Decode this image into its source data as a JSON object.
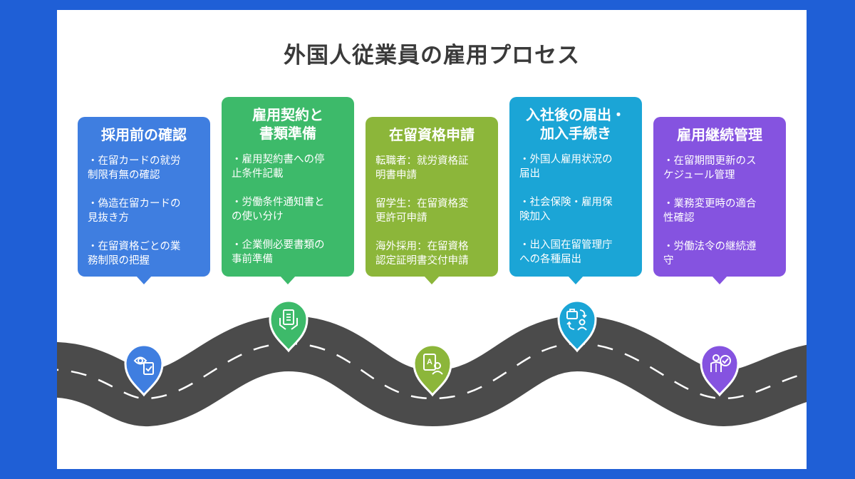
{
  "title": "外国人従業員の雇用プロセス",
  "colors": {
    "background": "#1f5fd6",
    "panel": "#ffffff",
    "road": "#4b4b4b",
    "road_line": "#ffffff"
  },
  "steps": [
    {
      "title": "採用前の確認",
      "color": "#3f7ee0",
      "icon": "eye-clipboard-icon",
      "items": [
        "・在留カードの就労\n制限有無の確認",
        "・偽造在留カードの\n見抜き方",
        "・在留資格ごとの業\n務制限の把握"
      ]
    },
    {
      "title": "雇用契約と\n書類準備",
      "color": "#3dba6a",
      "icon": "document-hands-icon",
      "items": [
        "・雇用契約書への停\n止条件記載",
        "・労働条件通知書と\nの使い分け",
        "・企業側必要書類の\n事前準備"
      ]
    },
    {
      "title": "在留資格申請",
      "color": "#8cb63a",
      "icon": "application-person-icon",
      "items": [
        "転職者：就労資格証\n明書申請",
        "留学生：在留資格変\n更許可申請",
        "海外採用：在留資格\n認定証明書交付申請"
      ]
    },
    {
      "title": "入社後の届出・\n加入手続き",
      "color": "#1ba5d6",
      "icon": "briefcase-exchange-icon",
      "items": [
        "・外国人雇用状況の\n届出",
        "・社会保険・雇用保\n険加入",
        "・出入国在留管理庁\nへの各種届出"
      ]
    },
    {
      "title": "雇用継続管理",
      "color": "#8553e0",
      "icon": "person-check-icon",
      "items": [
        "・在留期間更新のス\nケジュール管理",
        "・業務変更時の適合\n性確認",
        "・労働法令の継続遵\n守"
      ]
    }
  ]
}
